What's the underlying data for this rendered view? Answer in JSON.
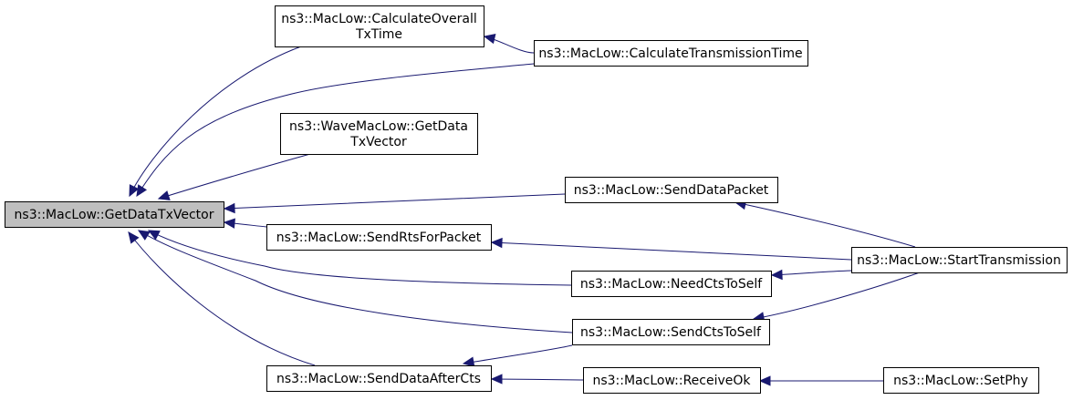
{
  "colors": {
    "edge": "#191970",
    "node_border": "#000000",
    "root_fill": "#bfbfbf",
    "node_fill": "#ffffff"
  },
  "nodes": {
    "get_data_tx_vector": {
      "lines": [
        "ns3::MacLow::GetDataTxVector"
      ]
    },
    "calculate_overall_tx_time": {
      "lines": [
        "ns3::MacLow::CalculateOverall",
        "TxTime"
      ]
    },
    "calculate_transmission_time": {
      "lines": [
        "ns3::MacLow::CalculateTransmissionTime"
      ]
    },
    "wave_get_data_tx_vector": {
      "lines": [
        "ns3::WaveMacLow::GetData",
        "TxVector"
      ]
    },
    "send_data_packet": {
      "lines": [
        "ns3::MacLow::SendDataPacket"
      ]
    },
    "send_rts_for_packet": {
      "lines": [
        "ns3::MacLow::SendRtsForPacket"
      ]
    },
    "start_transmission": {
      "lines": [
        "ns3::MacLow::StartTransmission"
      ]
    },
    "need_cts_to_self": {
      "lines": [
        "ns3::MacLow::NeedCtsToSelf"
      ]
    },
    "send_cts_to_self": {
      "lines": [
        "ns3::MacLow::SendCtsToSelf"
      ]
    },
    "send_data_after_cts": {
      "lines": [
        "ns3::MacLow::SendDataAfterCts"
      ]
    },
    "receive_ok": {
      "lines": [
        "ns3::MacLow::ReceiveOk"
      ]
    },
    "set_phy": {
      "lines": [
        "ns3::MacLow::SetPhy"
      ]
    }
  },
  "edges": [
    {
      "from": "calculate_overall_tx_time",
      "to": "get_data_tx_vector"
    },
    {
      "from": "calculate_transmission_time",
      "to": "get_data_tx_vector"
    },
    {
      "from": "calculate_transmission_time",
      "to": "calculate_overall_tx_time"
    },
    {
      "from": "wave_get_data_tx_vector",
      "to": "get_data_tx_vector"
    },
    {
      "from": "send_data_packet",
      "to": "get_data_tx_vector"
    },
    {
      "from": "send_rts_for_packet",
      "to": "get_data_tx_vector"
    },
    {
      "from": "need_cts_to_self",
      "to": "get_data_tx_vector"
    },
    {
      "from": "send_cts_to_self",
      "to": "get_data_tx_vector"
    },
    {
      "from": "send_data_after_cts",
      "to": "get_data_tx_vector"
    },
    {
      "from": "start_transmission",
      "to": "send_data_packet"
    },
    {
      "from": "start_transmission",
      "to": "send_rts_for_packet"
    },
    {
      "from": "start_transmission",
      "to": "need_cts_to_self"
    },
    {
      "from": "start_transmission",
      "to": "send_cts_to_self"
    },
    {
      "from": "send_cts_to_self",
      "to": "send_data_after_cts"
    },
    {
      "from": "receive_ok",
      "to": "send_data_after_cts"
    },
    {
      "from": "set_phy",
      "to": "receive_ok"
    }
  ]
}
